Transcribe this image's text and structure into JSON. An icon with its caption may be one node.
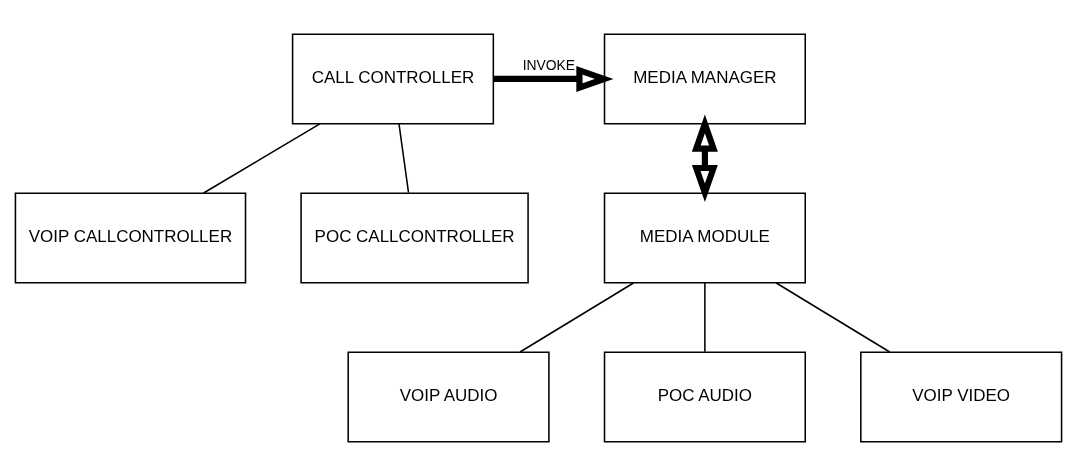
{
  "diagram": {
    "nodes": [
      {
        "text": [
          "CALL CONTROLLER"
        ]
      },
      {
        "text": [
          "MEDIA MANAGER"
        ]
      },
      {
        "text": [
          "VOIP CALLCONTROLLER"
        ]
      },
      {
        "text": [
          "POC CALLCONTROLLER"
        ]
      },
      {
        "text": [
          "MEDIA MODULE"
        ]
      },
      {
        "text": [
          "VOIP AUDIO"
        ]
      },
      {
        "text": [
          "POC AUDIO"
        ]
      },
      {
        "text": [
          "VOIP VIDEO"
        ]
      }
    ],
    "edges": [
      {
        "from": 0,
        "to": 1,
        "arrow": "to",
        "label": "INVOKE",
        "style": "thick"
      },
      {
        "from": 0,
        "to": 2,
        "arrow": "none"
      },
      {
        "from": 0,
        "to": 3,
        "arrow": "none"
      },
      {
        "from": 1,
        "to": 4,
        "arrow": "both",
        "style": "thick"
      },
      {
        "from": 4,
        "to": 5,
        "arrow": "none"
      },
      {
        "from": 4,
        "to": 6,
        "arrow": "none"
      },
      {
        "from": 4,
        "to": 7,
        "arrow": "none"
      }
    ]
  }
}
